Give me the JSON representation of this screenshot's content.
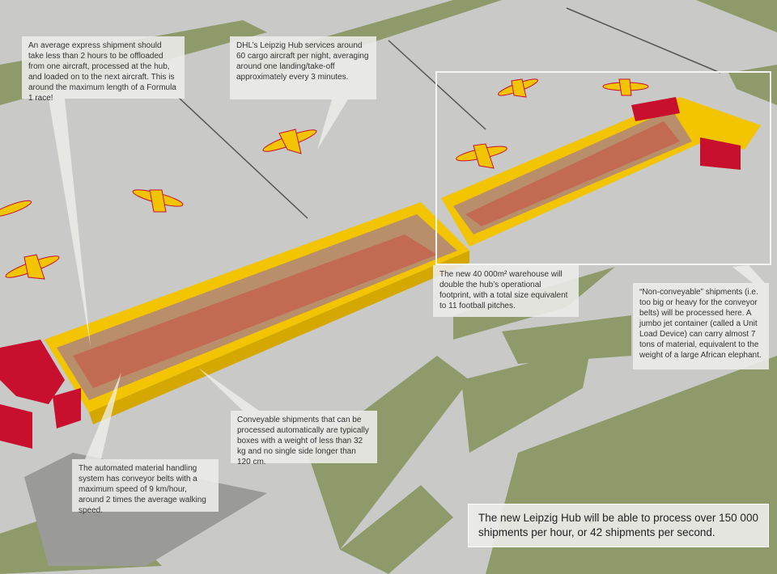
{
  "callouts": {
    "offload_time": "An average express shipment should take less than 2 hours to be offloaded from one aircraft, processed at the hub, and loaded on to the next aircraft. This is around the maximum length of a Formula 1 race!",
    "aircraft_per_night": "DHL’s Leipzig Hub services around 60 cargo aircraft per night, averaging around one landing/take-off approximately every 3 minutes.",
    "new_warehouse": "The new 40 000m² warehouse will double the hub’s operational footprint, with a total size equivalent to 11 football pitches.",
    "non_conveyable": "“Non-conveyable” shipments (i.e. too big or heavy for the conveyor belts) will be processed here. A jumbo jet container (called a Unit Load Device) can carry almost 7 tons of material, equivalent to the weight of a large African elephant.",
    "conveyable": "Conveyable shipments that can be processed automatically are typically boxes with a weight of less than 32 kg and no single side longer than 120 cm.",
    "conveyor_speed": "The automated material handling system has conveyor belts with a maximum speed of 9 km/hour, around 2 times the average walking speed."
  },
  "summary": "The new Leipzig Hub will be able to process over 150 000 shipments per hour, or 42 shipments per second.",
  "colors": {
    "building_yellow": "#f2c500",
    "grass": "#8e9a6a",
    "tarmac": "#c9c9c7",
    "accent_red": "#c8102e"
  }
}
